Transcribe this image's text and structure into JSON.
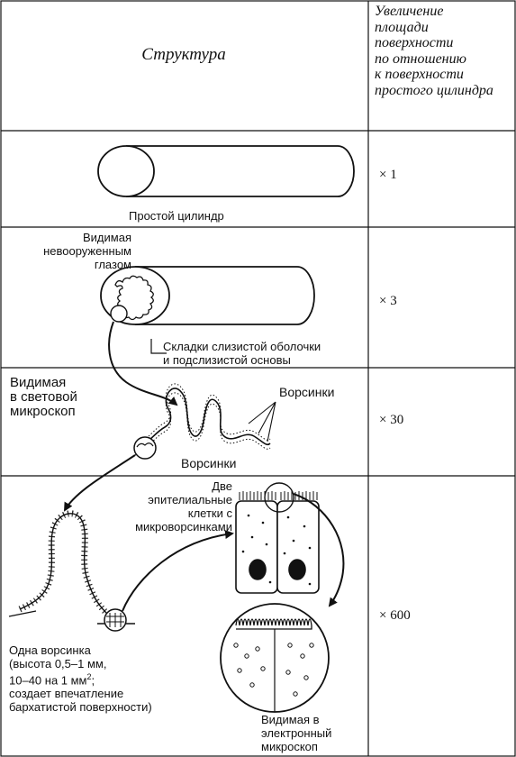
{
  "header": {
    "structure_label": "Структура",
    "increase_label_lines": [
      "Увеличение",
      "площади",
      "поверхности",
      "по отношению",
      "к поверхности",
      "простого цилиндра"
    ]
  },
  "rows": [
    {
      "factor": "× 1",
      "labels": {
        "cylinder": "Простой цилиндр"
      }
    },
    {
      "factor": "× 3",
      "labels": {
        "visible_line1": "Видимая",
        "visible_line2": "невооруженным",
        "visible_line3": "глазом",
        "folds_line1": "Складки слизистой оболочки",
        "folds_line2": "и подслизистой основы"
      }
    },
    {
      "factor": "× 30",
      "labels": {
        "visible_line1": "Видимая",
        "visible_line2": "в световой",
        "visible_line3": "микроскоп",
        "villi_right": "Ворсинки",
        "villi_bottom": "Ворсинки"
      }
    },
    {
      "factor": "× 600",
      "labels": {
        "cells_line1": "Две",
        "cells_line2": "эпителиальные",
        "cells_line3": "клетки с",
        "cells_line4": "микроворсинками",
        "villus_line1": "Одна ворсинка",
        "villus_line2": "(высота 0,5–1 мм,",
        "villus_line3_prefix": "10–40 на 1 мм",
        "villus_line3_sup": "2",
        "villus_line3_suffix": ";",
        "villus_line4": "создает впечатление",
        "villus_line5": "бархатистой поверхности)",
        "em_line1": "Видимая в",
        "em_line2": "электронный",
        "em_line3": "микроскоп"
      }
    }
  ]
}
